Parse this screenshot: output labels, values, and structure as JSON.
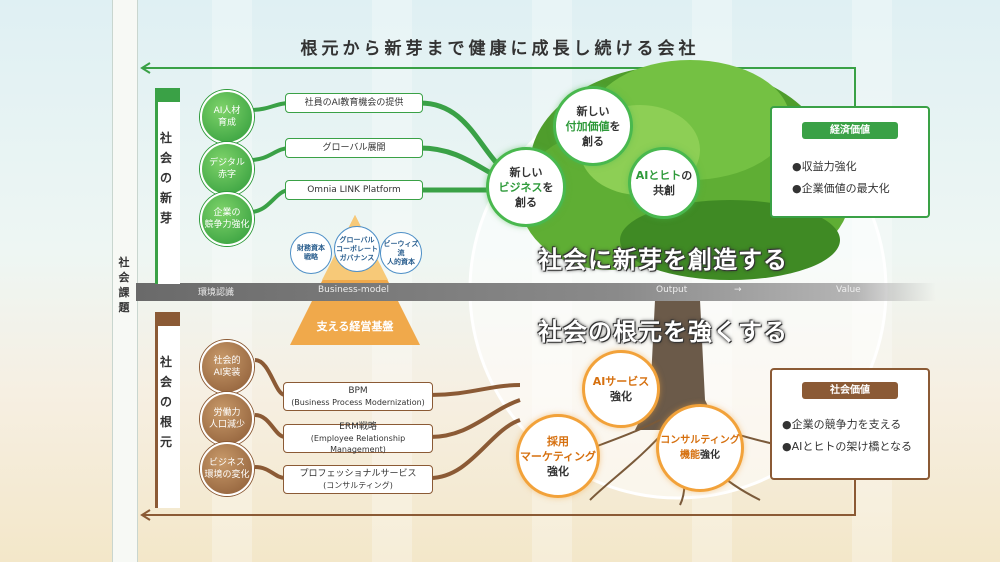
{
  "title": "根元から新芽まで健康に成長し続ける会社",
  "axis_label": [
    "社",
    "会",
    "課",
    "題"
  ],
  "upper": {
    "side_title": [
      "社",
      "会",
      "の",
      "新",
      "芽"
    ],
    "issues": [
      [
        "AI人材",
        "育成"
      ],
      [
        "デジタル",
        "赤字"
      ],
      [
        "企業の",
        "競争力強化"
      ]
    ],
    "initiatives": [
      "社員のAI教育機会の提供",
      "グローバル展開",
      "Omnia LINK Platform"
    ]
  },
  "lower": {
    "side_title": [
      "社",
      "会",
      "の",
      "根",
      "元"
    ],
    "issues": [
      [
        "社会的",
        "AI実装"
      ],
      [
        "労働力",
        "人口減少"
      ],
      [
        "ビジネス",
        "環境の変化"
      ]
    ],
    "initiatives": [
      [
        "BPM",
        "(Business Process Modernization)"
      ],
      [
        "ERM戦略",
        "(Employee Relationship Management)"
      ],
      [
        "プロフェッショナルサービス",
        "(コンサルティング)"
      ]
    ]
  },
  "foundation": {
    "label": "支える経営基盤",
    "pillars": [
      [
        "財務資本",
        "戦略"
      ],
      [
        "グローバル",
        "コーポレート",
        "ガバナンス"
      ],
      [
        "ビーウィズ流",
        "人的資本"
      ]
    ]
  },
  "band": {
    "left": "環境認識",
    "model": "Business-model",
    "output": "Output",
    "value": "Value"
  },
  "headline_top": "社会に新芽を創造する",
  "headline_bottom": "社会の根元を強くする",
  "tree_top": {
    "business": {
      "pre": "新しい",
      "hl": "ビジネス",
      "post": "を",
      "last": "創る"
    },
    "added_value": {
      "pre": "新しい",
      "hl": "付加価値",
      "post": "を",
      "last": "創る"
    },
    "ai_human": {
      "hl": "AIとヒト",
      "post": "の",
      "last": "共創"
    }
  },
  "tree_bottom": {
    "ai_service": {
      "hl": "AIサービス",
      "last": "強化"
    },
    "recruit": {
      "hl1": "採用",
      "hl2": "マーケティング",
      "last": "強化"
    },
    "consulting": {
      "hl1": "コンサルティング",
      "hl2": "機能",
      "last": "強化"
    }
  },
  "economic": {
    "header": "経済価値",
    "items": [
      "●収益力強化",
      "●企業価値の最大化"
    ]
  },
  "social": {
    "header": "社会価値",
    "items": [
      "●企業の競争力を支える",
      "●AIとヒトの架け橋となる"
    ]
  },
  "colors": {
    "green": "#3aa146",
    "brown": "#8b5a35",
    "orange": "#f2a23a"
  }
}
